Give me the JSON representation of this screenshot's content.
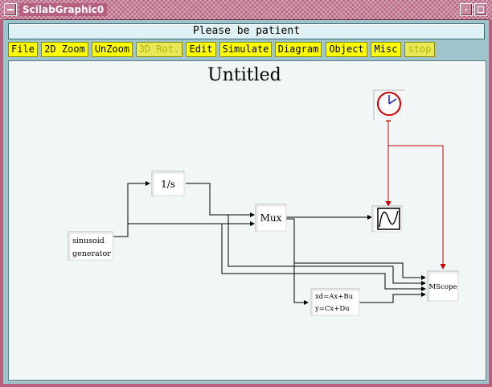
{
  "window": {
    "title": "ScilabGraphic0"
  },
  "status": {
    "message": "Please be patient"
  },
  "menu": [
    {
      "label": "File",
      "enabled": true
    },
    {
      "label": "2D Zoom",
      "enabled": true
    },
    {
      "label": "UnZoom",
      "enabled": true
    },
    {
      "label": "3D Rot.",
      "enabled": false
    },
    {
      "label": "Edit",
      "enabled": true
    },
    {
      "label": "Simulate",
      "enabled": true
    },
    {
      "label": "Diagram",
      "enabled": true
    },
    {
      "label": "Object",
      "enabled": true
    },
    {
      "label": "Misc",
      "enabled": true
    },
    {
      "label": "stop",
      "enabled": false
    }
  ],
  "diagram": {
    "title": "Untitled",
    "blocks": {
      "integrator": "1/s",
      "mux": "Mux",
      "sinus_line1": "sinusoid",
      "sinus_line2": "generator",
      "statespace_line1": "xd=Ax+Bu",
      "statespace_line2": "y=Cx+Du",
      "mscope": "MScope"
    },
    "colors": {
      "event_link": "#cc0000",
      "clock": "#cc0000",
      "data_link": "#000000"
    }
  }
}
